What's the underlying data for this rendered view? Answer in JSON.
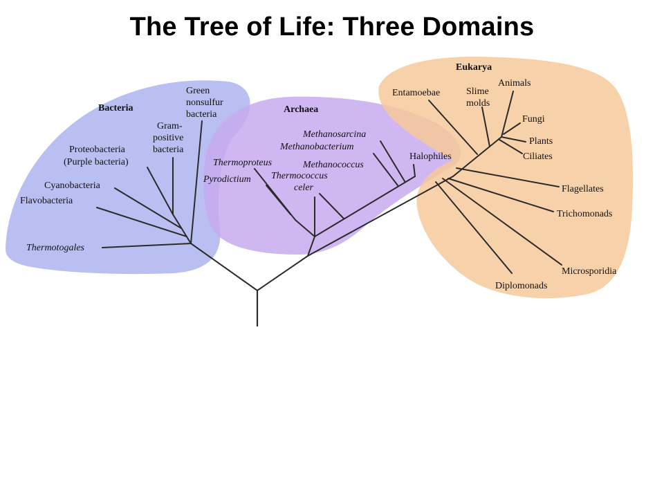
{
  "title": "The Tree of Life:  Three Domains",
  "domains": {
    "bacteria": {
      "name": "Bacteria",
      "color": "#aeb4ee"
    },
    "archaea": {
      "name": "Archaea",
      "color": "#c7aaf0"
    },
    "eukarya": {
      "name": "Eukarya",
      "color": "#f6c99a"
    }
  },
  "taxa": {
    "bacteria": [
      "Green",
      "nonsulfur",
      "bacteria",
      "Gram-",
      "positive",
      "bacteria",
      "Proteobacteria",
      "(Purple bacteria)",
      "Cyanobacteria",
      "Flavobacteria",
      "Thermotogales"
    ],
    "archaea": [
      "Methanosarcina",
      "Methanobacterium",
      "Halophiles",
      "Methanococcus",
      "Thermoproteus",
      "Pyrodictium",
      "Thermococcus",
      "celer"
    ],
    "eukarya": [
      "Entamoebae",
      "Slime",
      "molds",
      "Animals",
      "Fungi",
      "Plants",
      "Ciliates",
      "Flagellates",
      "Trichomonads",
      "Microsporidia",
      "Diplomonads"
    ]
  }
}
